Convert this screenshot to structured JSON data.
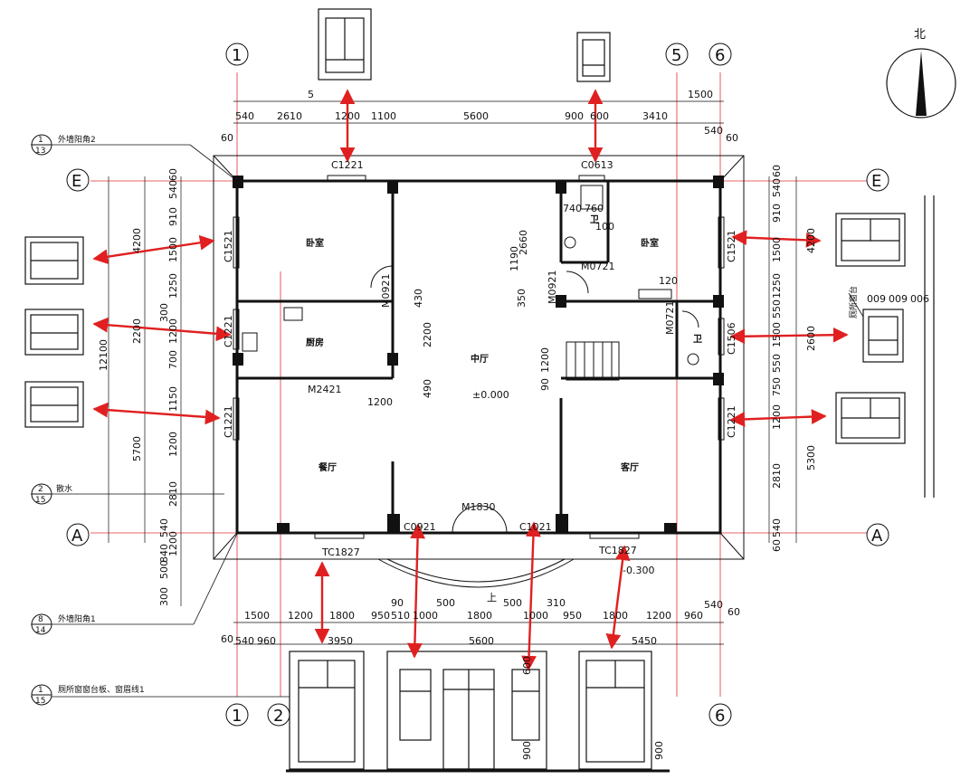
{
  "compass": {
    "north": "北"
  },
  "axes": {
    "a1": "1",
    "a2": "2",
    "a5": "5",
    "a6": "6",
    "aE": "E",
    "aA": "A"
  },
  "dims": {
    "top1": [
      "540",
      "2610",
      "1200",
      "1100",
      "5600",
      "900",
      "600",
      "3410"
    ],
    "top_1500": "1500",
    "top_540": "540",
    "top_60a": "60",
    "top_60b": "60",
    "top_5": "5",
    "left_outer": [
      "4200",
      "2200",
      "1150",
      "1200",
      "5700",
      "2810"
    ],
    "left_inner": [
      "60",
      "540",
      "910",
      "1500",
      "1250",
      "300",
      "1200",
      "700"
    ],
    "left_total": "12100",
    "left_bottom": [
      "540",
      "840",
      "500",
      "1200",
      "300"
    ],
    "right_outer": [
      "60",
      "540",
      "910",
      "1500",
      "1250",
      "550",
      "1500",
      "550",
      "750",
      "1200",
      "2810",
      "540",
      "60"
    ],
    "right_mid": [
      "4200",
      "2600",
      "5300"
    ],
    "bottom1": [
      "1500",
      "1200",
      "1800",
      "950",
      "510",
      "1000",
      "1800",
      "500",
      "1000",
      "950",
      "1800",
      "1200",
      "960",
      "540"
    ],
    "bottom_90": "90",
    "bottom_500": "500",
    "bottom_310": "310",
    "bottom_60": "60",
    "bottom2": [
      "60",
      "540",
      "960",
      "3950",
      "5600",
      "5450"
    ],
    "elev_600": "600",
    "elev_900a": "900",
    "elev_900b": "900",
    "int_2660": "2660",
    "int_1190": "1190",
    "int_350": "350",
    "int_430": "430",
    "int_2200": "2200",
    "int_490": "490",
    "int_1200a": "1200",
    "int_1200b": "1200",
    "int_90": "90",
    "int_740": "740",
    "int_760": "760",
    "int_100": "100",
    "int_120": "120",
    "win_090_1": "009",
    "win_090_2": "009",
    "win_090_3": "006"
  },
  "rooms": {
    "bedroom_l": "卧室",
    "bedroom_r": "卧室",
    "kitchen": "厨房",
    "hall": "中厅",
    "dining": "餐厅",
    "living": "客厅",
    "bath_l": "卫",
    "bath_r": "卫",
    "level": "±0.000",
    "level_low": "-0.300",
    "up": "上"
  },
  "codes": {
    "c1221_top": "C1221",
    "c0613": "C0613",
    "c1521_l": "C1521",
    "c1521_r": "C1521",
    "c1221_kit": "C1221",
    "c1221_din": "C1221",
    "c1221_r": "C1221",
    "c1506": "C1506",
    "m0921_a": "M0921",
    "m0921_b": "M0921",
    "m0721_a": "M0721",
    "m0721_b": "M0721",
    "m2421": "M2421",
    "m1830": "M1830",
    "c0921": "C0921",
    "c1021": "C1021",
    "tc1827_l": "TC1827",
    "tc1827_r": "TC1827"
  },
  "notes": {
    "n1_num": "1",
    "n1_den": "13",
    "n1_text": "外墙阳角2",
    "n2_num": "2",
    "n2_den": "15",
    "n2_text": "散水",
    "n3_num": "8",
    "n3_den": "14",
    "n3_text": "外墙阳角1",
    "n4_num": "1",
    "n4_den": "15",
    "n4_text": "厕所窗窗台板、窗眉线1",
    "n5_text": "厕所窗台"
  },
  "theme": {
    "line": "#111111",
    "axis_red": "#e03030",
    "arrow": "#e02020"
  }
}
